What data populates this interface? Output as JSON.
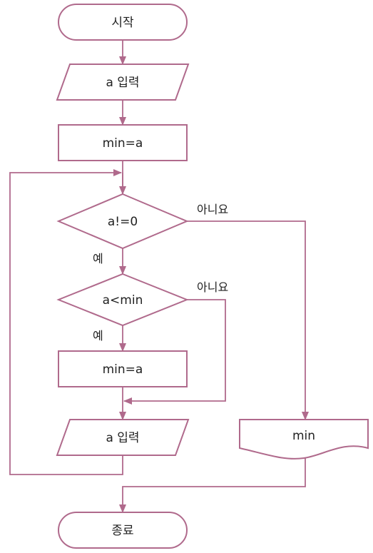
{
  "flowchart": {
    "start": "시작",
    "input_a_1": "a 입력",
    "assign_min_1": "min=a",
    "cond_a_not_zero": "a!=0",
    "cond_a_lt_min": "a<min",
    "assign_min_2": "min=a",
    "input_a_2": "a 입력",
    "output_min": "min",
    "end": "종료"
  },
  "edge_labels": {
    "cond1_no": "아니요",
    "cond1_yes": "예",
    "cond2_no": "아니요",
    "cond2_yes": "예"
  },
  "colors": {
    "stroke": "#b06a8c",
    "text": "#222222",
    "background": "#ffffff"
  }
}
